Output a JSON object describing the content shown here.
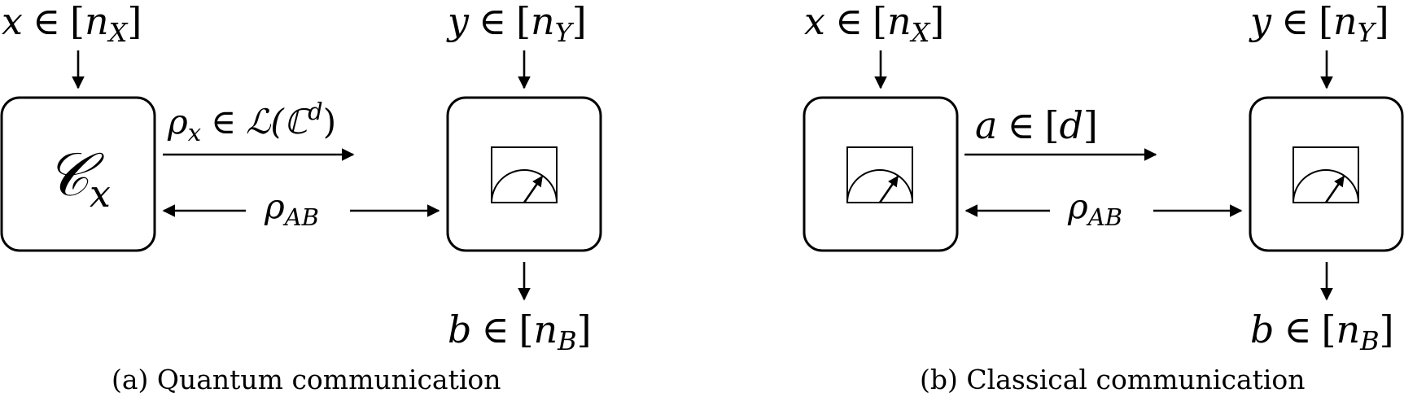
{
  "diagrams": {
    "quantum": {
      "caption": "(a) Quantum communication",
      "input_left": {
        "var": "x",
        "rel": "∈",
        "lb": "[",
        "base": "n",
        "sub": "X",
        "rb": "]"
      },
      "input_right": {
        "var": "y",
        "rel": "∈",
        "lb": "[",
        "base": "n",
        "sub": "Y",
        "rb": "]"
      },
      "sender_box": {
        "label": "𝒞",
        "sub": "x"
      },
      "message": {
        "var": "ρ",
        "sub": "x",
        "rel": "∈",
        "op": "ℒ(ℂ",
        "sup": "d",
        "close": ")"
      },
      "shared": {
        "var": "ρ",
        "sub": "AB"
      },
      "receiver_icon": "measurement-meter-icon",
      "output": {
        "var": "b",
        "rel": "∈",
        "lb": "[",
        "base": "n",
        "sub": "B",
        "rb": "]"
      }
    },
    "classical": {
      "caption": "(b) Classical communication",
      "input_left": {
        "var": "x",
        "rel": "∈",
        "lb": "[",
        "base": "n",
        "sub": "X",
        "rb": "]"
      },
      "input_right": {
        "var": "y",
        "rel": "∈",
        "lb": "[",
        "base": "n",
        "sub": "Y",
        "rb": "]"
      },
      "sender_icon": "measurement-meter-icon",
      "message": {
        "var": "a",
        "rel": "∈",
        "lb": "[",
        "base": "d",
        "rb": "]"
      },
      "shared": {
        "var": "ρ",
        "sub": "AB"
      },
      "receiver_icon": "measurement-meter-icon",
      "output": {
        "var": "b",
        "rel": "∈",
        "lb": "[",
        "base": "n",
        "sub": "B",
        "rb": "]"
      }
    }
  }
}
